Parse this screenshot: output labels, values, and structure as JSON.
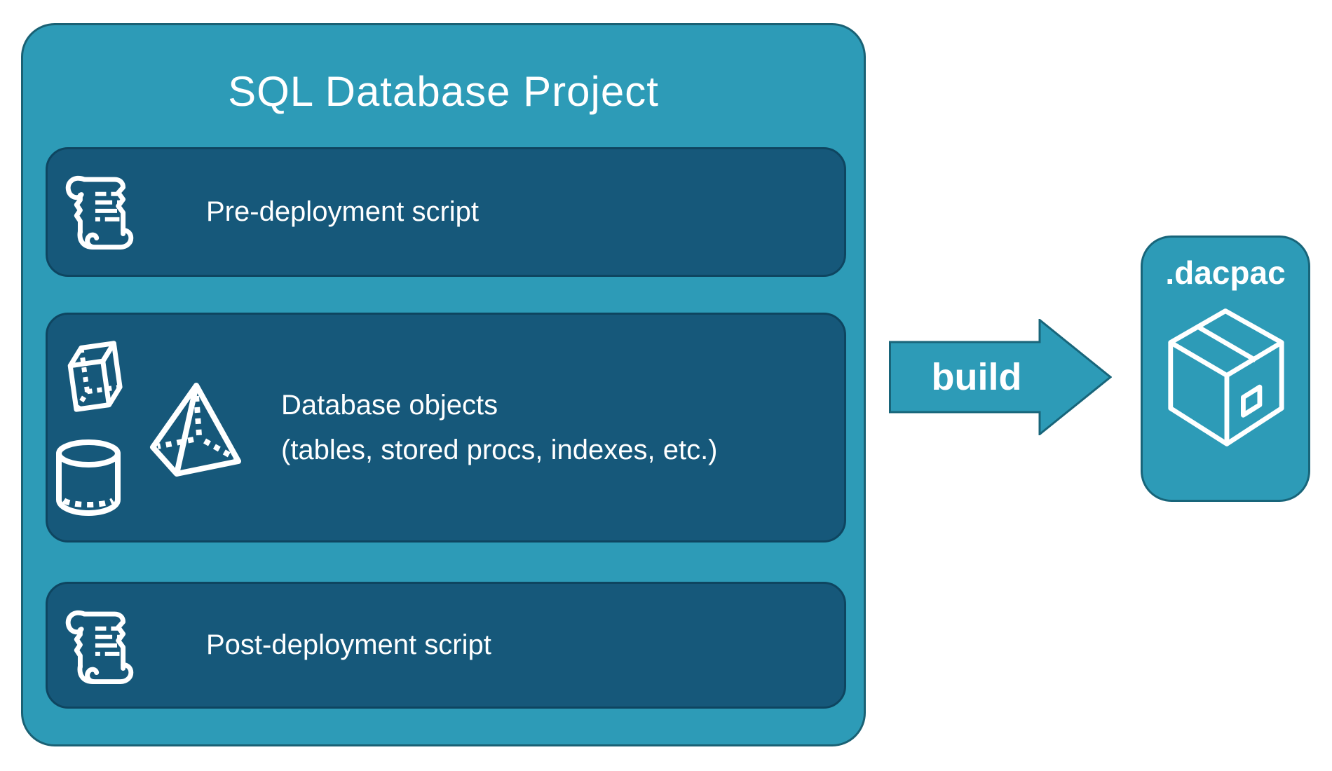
{
  "project": {
    "title": "SQL Database Project",
    "boxes": {
      "pre": {
        "label": "Pre-deployment script",
        "icon": "scroll-icon"
      },
      "objects": {
        "label_line1": "Database objects",
        "label_line2": "(tables, stored procs, indexes, etc.)",
        "icons": [
          "cube-icon",
          "pyramid-icon",
          "cylinder-icon"
        ]
      },
      "post": {
        "label": "Post-deployment script",
        "icon": "scroll-icon"
      }
    }
  },
  "arrow": {
    "label": "build",
    "icon": "arrow-right-icon",
    "direction": "right"
  },
  "output": {
    "label": ".dacpac",
    "icon": "package-icon"
  },
  "colors": {
    "background": "#FFFFFF",
    "panel_fill": "#2D9BB7",
    "panel_border": "#1A6174",
    "box_fill": "#16587A",
    "box_border": "#0E4560",
    "accent_border": "#18657A",
    "text": "#FFFFFF"
  }
}
